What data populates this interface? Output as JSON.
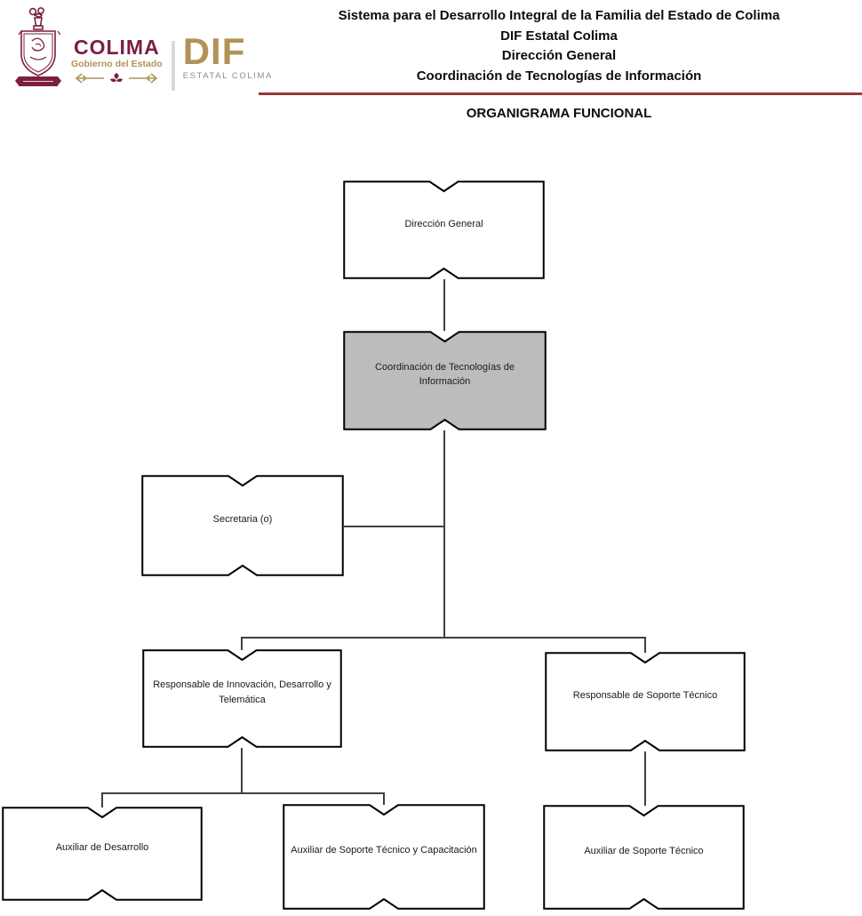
{
  "header": {
    "logo": {
      "state_name": "COLIMA",
      "state_sub": "Gobierno del Estado",
      "org_acronym": "DIF",
      "org_sub": "ESTATAL COLIMA"
    },
    "title_lines": [
      "Sistema para el Desarrollo Integral de la Familia del Estado de Colima",
      "DIF Estatal Colima",
      "Dirección General",
      "Coordinación de Tecnologías de Información"
    ],
    "section_title": "ORGANIGRAMA FUNCIONAL"
  },
  "colors": {
    "maroon": "#7B1F3E",
    "gold": "#B29258",
    "rule_red": "#953735",
    "highlight_box_fill": "#BCBCBC",
    "box_border": "#000000",
    "connector": "#404040"
  },
  "org_chart": {
    "nodes": [
      {
        "id": "direccion-general",
        "label": "Dirección General",
        "fill": "white"
      },
      {
        "id": "coordinacion-tecnologias",
        "label": "Coordinación de Tecnologías de Información",
        "fill": "gray"
      },
      {
        "id": "secretaria",
        "label": "Secretaria (o)",
        "fill": "white"
      },
      {
        "id": "responsable-innovacion",
        "label": "Responsable de Innovación, Desarrollo y Telemática",
        "fill": "white"
      },
      {
        "id": "responsable-soporte",
        "label": "Responsable de Soporte Técnico",
        "fill": "white"
      },
      {
        "id": "auxiliar-desarrollo",
        "label": "Auxiliar de Desarrollo",
        "fill": "white"
      },
      {
        "id": "auxiliar-soporte-capacitacion",
        "label": "Auxiliar de Soporte Técnico y Capacitación",
        "fill": "white"
      },
      {
        "id": "auxiliar-soporte",
        "label": "Auxiliar de Soporte Técnico",
        "fill": "white"
      }
    ],
    "edges": [
      {
        "from": "direccion-general",
        "to": "coordinacion-tecnologias"
      },
      {
        "from": "coordinacion-tecnologias",
        "to": "secretaria"
      },
      {
        "from": "coordinacion-tecnologias",
        "to": "responsable-innovacion"
      },
      {
        "from": "coordinacion-tecnologias",
        "to": "responsable-soporte"
      },
      {
        "from": "responsable-innovacion",
        "to": "auxiliar-desarrollo"
      },
      {
        "from": "responsable-innovacion",
        "to": "auxiliar-soporte-capacitacion"
      },
      {
        "from": "responsable-soporte",
        "to": "auxiliar-soporte"
      }
    ]
  }
}
